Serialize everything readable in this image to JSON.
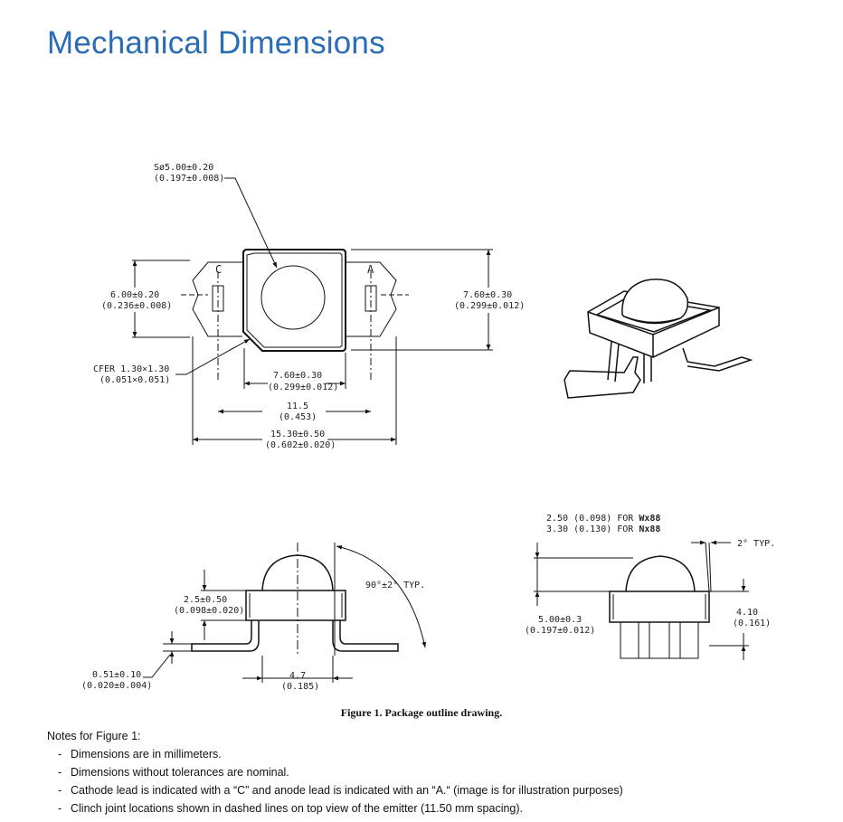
{
  "page": {
    "title": "Mechanical Dimensions",
    "caption": "Figure 1. Package outline drawing."
  },
  "top_view": {
    "lens_dim_1": "Sø5.00±0.20",
    "lens_dim_2": "(0.197±0.008)",
    "lead_c": "C",
    "lead_a": "A",
    "height_left_1": "6.00±0.20",
    "height_left_2": "(0.236±0.008)",
    "height_right_1": "7.60±0.30",
    "height_right_2": "(0.299±0.012)",
    "cfer_1": "CFER  1.30×1.30",
    "cfer_2": "(0.051×0.051)",
    "body_w_1": "7.60±0.30",
    "body_w_2": "(0.299±0.012)",
    "pitch_1": "11.5",
    "pitch_2": "(0.453)",
    "total_w_1": "15.30±0.50",
    "total_w_2": "(0.602±0.020)"
  },
  "side_view": {
    "angle": "90°±2°  TYP.",
    "base_h_1": "2.5±0.50",
    "base_h_2": "(0.098±0.020)",
    "lead_t_1": "0.51±0.10",
    "lead_t_2": "(0.020±0.004)",
    "span_1": "4.7",
    "span_2": "(0.185)"
  },
  "front_view": {
    "for_1_dim": "2.50  (0.098)  FOR ",
    "for_1_model": "Wx88",
    "for_2_dim": "3.30  (0.130)  FOR ",
    "for_2_model": "Nx88",
    "typ": "2°  TYP.",
    "height_1": "5.00±0.3",
    "height_2": "(0.197±0.012)",
    "right_1": "4.10",
    "right_2": "(0.161)"
  },
  "notes": {
    "heading": "Notes for Figure 1:",
    "items": [
      "Dimensions are in millimeters.",
      "Dimensions without tolerances are nominal.",
      "Cathode lead is indicated with a “C” and anode lead is indicated with an “A.“ (image is for illustration purposes)",
      "Clinch joint locations shown in dashed lines on top view of the emitter (11.50 mm spacing)."
    ]
  }
}
